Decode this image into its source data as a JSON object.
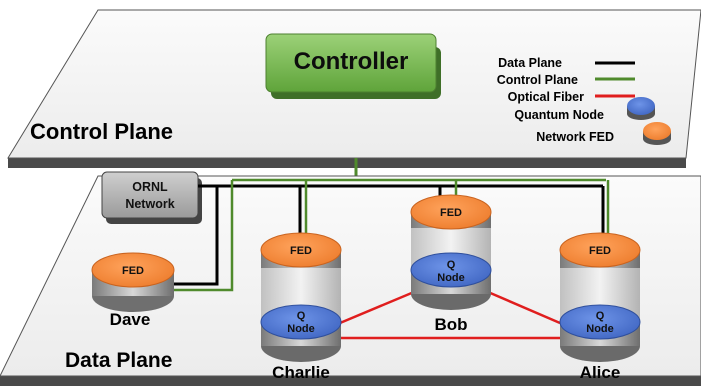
{
  "control_plane": {
    "label": "Control Plane",
    "controller_label": "Controller"
  },
  "data_plane": {
    "label": "Data Plane",
    "ornl_network_lines": [
      "ORNL",
      "Network"
    ]
  },
  "legend": {
    "items": [
      {
        "label": "Data Plane",
        "swatch": "line",
        "color": "#000000"
      },
      {
        "label": "Control Plane",
        "swatch": "line",
        "color": "#4f8a2c"
      },
      {
        "label": "Optical Fiber",
        "swatch": "line",
        "color": "#e01e1e"
      },
      {
        "label": "Quantum Node",
        "swatch": "disc",
        "color": "#4a72cf"
      },
      {
        "label": "Network FED",
        "swatch": "disc",
        "color": "#f08a3c"
      }
    ]
  },
  "nodes": {
    "fed_label": "FED",
    "qnode_label_lines": [
      "Q",
      "Node"
    ],
    "dave": "Dave",
    "charlie": "Charlie",
    "bob": "Bob",
    "alice": "Alice"
  },
  "colors": {
    "controller_fill": "#7dc056",
    "fed_orange": "#f08a3c",
    "qnode_blue": "#4a72cf",
    "data_line": "#000000",
    "control_line": "#4f8a2c",
    "fiber": "#e01e1e"
  }
}
